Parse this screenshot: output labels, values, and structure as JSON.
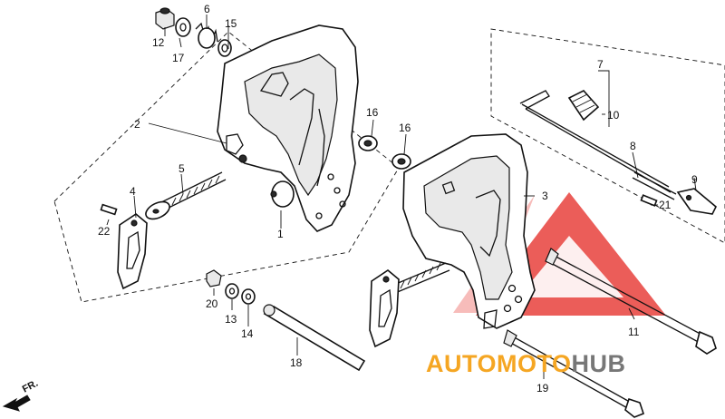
{
  "diagram": {
    "part_labels": [
      {
        "id": "p1",
        "text": "1"
      },
      {
        "id": "p2",
        "text": "2"
      },
      {
        "id": "p3",
        "text": "3"
      },
      {
        "id": "p4",
        "text": "4"
      },
      {
        "id": "p5",
        "text": "5"
      },
      {
        "id": "p6",
        "text": "6"
      },
      {
        "id": "p7",
        "text": "7"
      },
      {
        "id": "p8",
        "text": "8"
      },
      {
        "id": "p9",
        "text": "9"
      },
      {
        "id": "p10",
        "text": "10"
      },
      {
        "id": "p11",
        "text": "11"
      },
      {
        "id": "p12",
        "text": "12"
      },
      {
        "id": "p13",
        "text": "13"
      },
      {
        "id": "p14",
        "text": "14"
      },
      {
        "id": "p15",
        "text": "15"
      },
      {
        "id": "p16a",
        "text": "16"
      },
      {
        "id": "p16b",
        "text": "16"
      },
      {
        "id": "p17",
        "text": "17"
      },
      {
        "id": "p18",
        "text": "18"
      },
      {
        "id": "p19",
        "text": "19"
      },
      {
        "id": "p20",
        "text": "20"
      },
      {
        "id": "p21",
        "text": "21"
      },
      {
        "id": "p22",
        "text": "22"
      }
    ],
    "front_indicator": "FR."
  },
  "watermark": {
    "word_orange": "AUTOMOTO",
    "word_gray": "HUB",
    "colors": {
      "orange": "#f5a623",
      "gray": "#777777",
      "red": "#e8413c",
      "red_light": "#f3a09c"
    }
  }
}
